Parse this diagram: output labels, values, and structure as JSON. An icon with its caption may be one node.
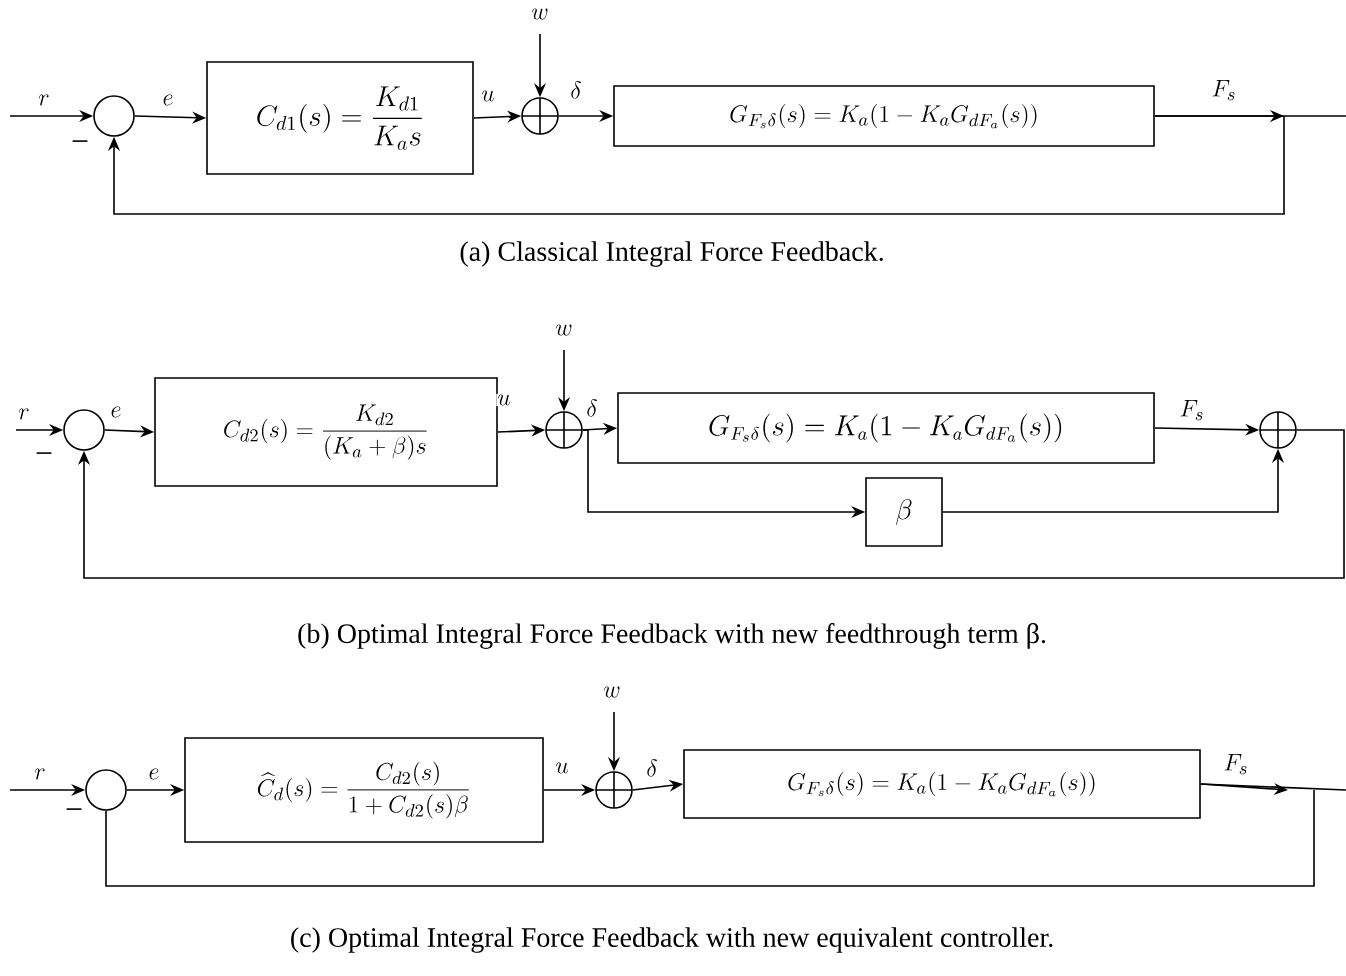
{
  "diagram": {
    "nodes": [
      {
        "text": [],
        "shape": "circle",
        "beside": [
          "−"
        ]
      },
      {
        "text": [
          "C_{d1}(s) = \\frac{K_{d1}}{K_a s}"
        ]
      },
      {
        "text": [],
        "shape": "plus"
      },
      {
        "text": [
          "G_{F_s\\delta}(s) = K_a(1 - K_a G_{dF_a}(s))"
        ]
      },
      {
        "text": [],
        "shape": "circle",
        "beside": [
          "−"
        ]
      },
      {
        "text": [
          "C_{d2}(s)=\\frac{K_{d2}}{(K_a + \\beta)s}"
        ]
      },
      {
        "text": [],
        "shape": "plus"
      },
      {
        "text": [
          "G_{F_s\\delta}(s) = K_a(1 - K_a G_{dF_a}(s))"
        ]
      },
      {
        "text": [
          "\\beta"
        ]
      },
      {
        "text": [],
        "shape": "plus"
      },
      {
        "text": [],
        "shape": "circle",
        "beside": [
          "−"
        ]
      },
      {
        "text": [
          "\\widehat{C}_d(s) = \\frac{C_{d2}(s)}{1 + C_{d2}(s)\\beta}"
        ]
      },
      {
        "text": [],
        "shape": "plus"
      },
      {
        "text": [
          "G_{F_s\\delta}(s) = K_a(1 - K_a G_{dF_a}(s))"
        ]
      }
    ],
    "edges": [
      {
        "from": null,
        "to": 0,
        "arrow": "to",
        "label": "r"
      },
      {
        "from": 0,
        "to": 1,
        "arrow": "to",
        "label": "e"
      },
      {
        "from": 1,
        "to": 2,
        "arrow": "to",
        "label": "u"
      },
      {
        "from": null,
        "to": 2,
        "arrow": "to",
        "label": "w"
      },
      {
        "from": 2,
        "to": 3,
        "arrow": "to",
        "label": "\\delta"
      },
      {
        "from": 3,
        "to": null,
        "arrow": "to",
        "label": "F_s"
      },
      {
        "from": 3,
        "to": 0,
        "arrow": "to"
      },
      {
        "from": null,
        "to": 4,
        "arrow": "to",
        "label": "r"
      },
      {
        "from": 4,
        "to": 5,
        "arrow": "to",
        "label": "e"
      },
      {
        "from": 5,
        "to": 6,
        "arrow": "to",
        "label": "u"
      },
      {
        "from": null,
        "to": 6,
        "arrow": "to",
        "label": "w"
      },
      {
        "from": 6,
        "to": 7,
        "arrow": "to",
        "label": "\\delta"
      },
      {
        "from": 6,
        "to": 8,
        "arrow": "to"
      },
      {
        "from": 7,
        "to": 9,
        "arrow": "to",
        "label": "F_s"
      },
      {
        "from": 8,
        "to": 9,
        "arrow": "to"
      },
      {
        "from": 9,
        "to": 4,
        "arrow": "to"
      },
      {
        "from": null,
        "to": 10,
        "arrow": "to",
        "label": "r"
      },
      {
        "from": 10,
        "to": 11,
        "arrow": "to",
        "label": "e"
      },
      {
        "from": 11,
        "to": 12,
        "arrow": "to",
        "label": "u"
      },
      {
        "from": null,
        "to": 12,
        "arrow": "to",
        "label": "w"
      },
      {
        "from": 12,
        "to": 13,
        "arrow": "to",
        "label": "\\delta"
      },
      {
        "from": 13,
        "to": null,
        "arrow": "to",
        "label": "F_s"
      },
      {
        "from": 13,
        "to": 10,
        "arrow": "none"
      }
    ],
    "labels": [
      "(a)  Classical Integral Force Feedback.",
      "(b)  Optimal Integral Force Feedback with new feedthrough term β.",
      "(c)  Optimal Integral Force Feedback with new equivalent controller."
    ]
  }
}
